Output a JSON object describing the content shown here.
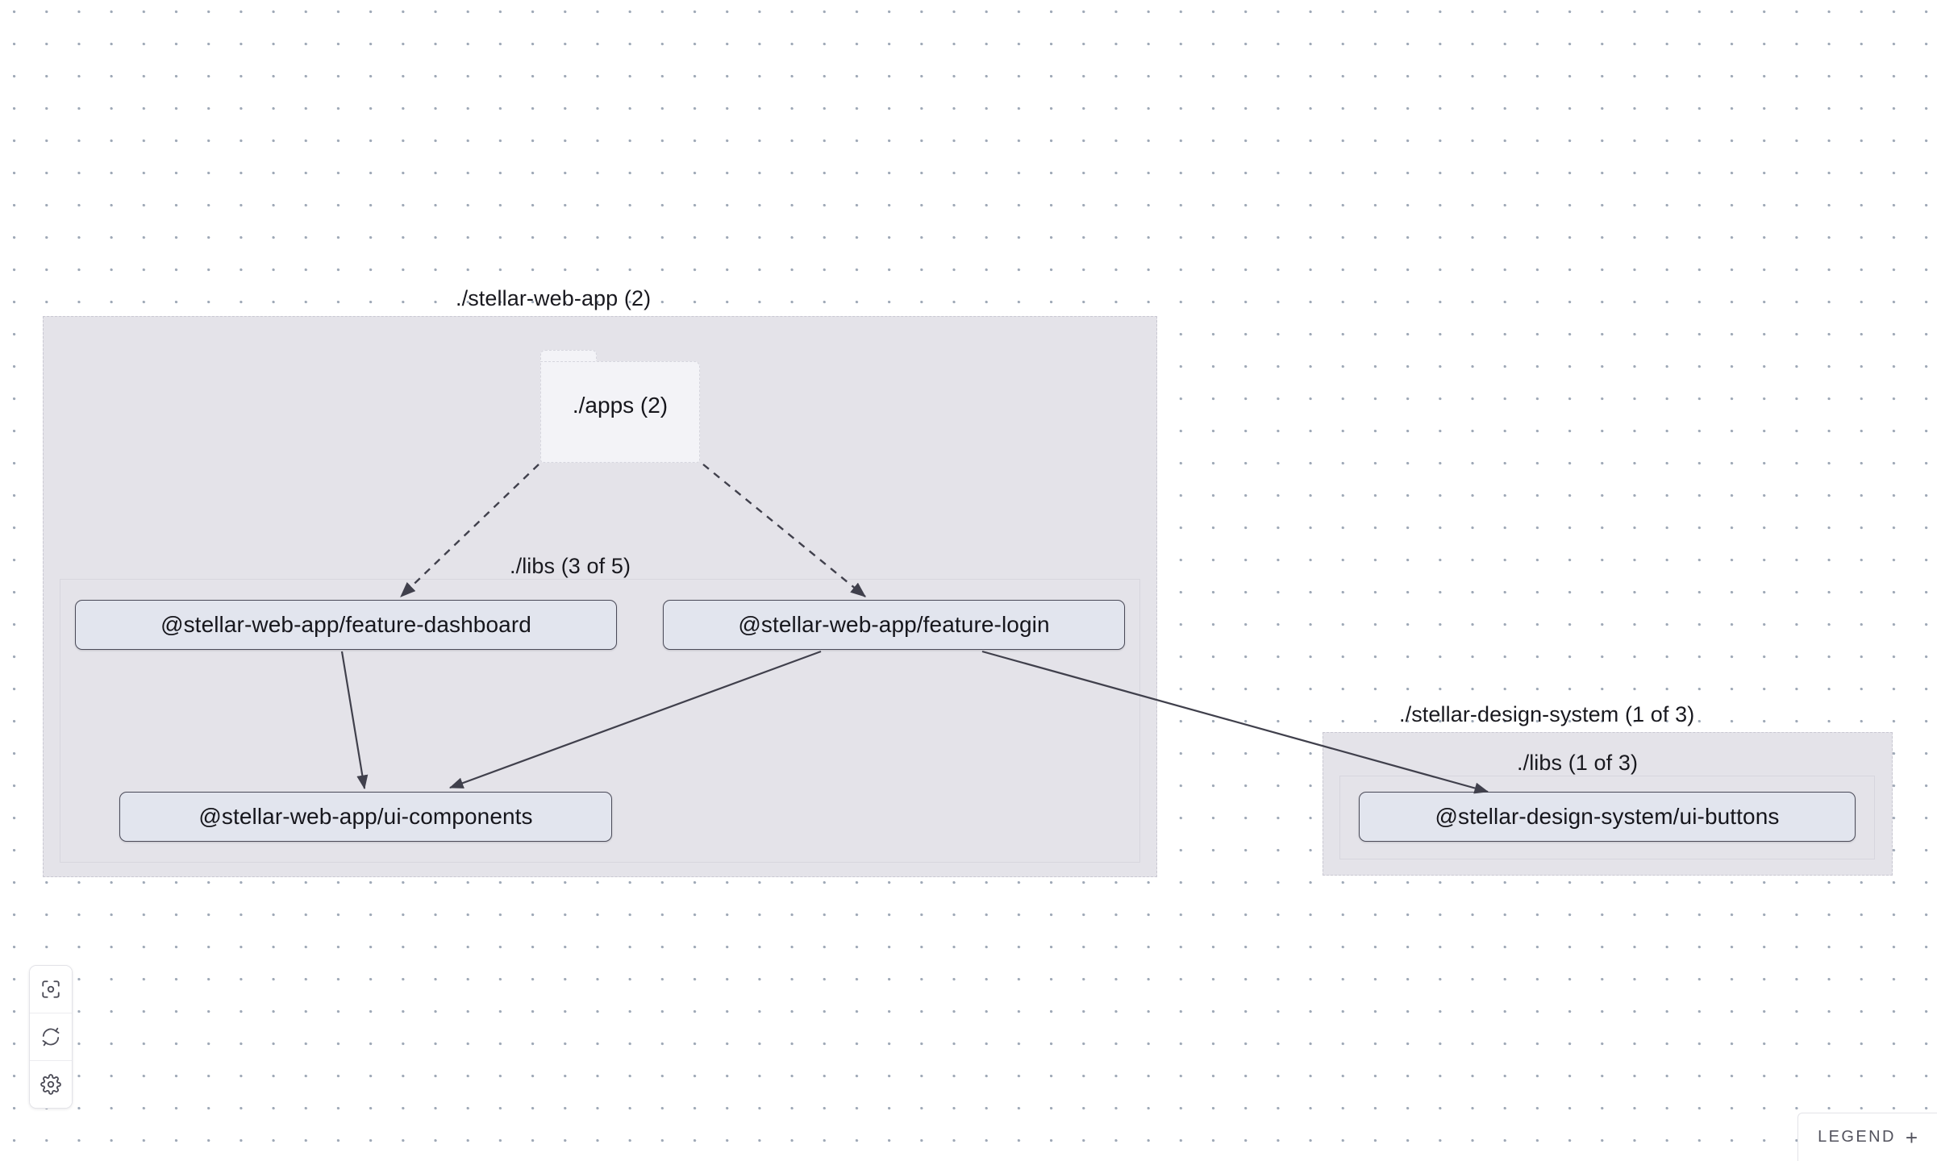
{
  "canvas": {
    "background_color": "#ffffff",
    "dot_color": "#9fa9b7",
    "container_fill": "#e4e3e9",
    "node_fill": "#e2e5ee",
    "node_border": "#4b4b59",
    "folder_fill": "#f3f3f7"
  },
  "projects": [
    {
      "title": "./stellar-web-app (2)",
      "folder": {
        "label": "./apps (2)"
      },
      "libs": {
        "title": "./libs (3 of 5)",
        "nodes": [
          {
            "label": "@stellar-web-app/feature-dashboard"
          },
          {
            "label": "@stellar-web-app/feature-login"
          },
          {
            "label": "@stellar-web-app/ui-components"
          }
        ]
      }
    },
    {
      "title": "./stellar-design-system (1 of 3)",
      "libs": {
        "title": "./libs (1 of 3)",
        "nodes": [
          {
            "label": "@stellar-design-system/ui-buttons"
          }
        ]
      }
    }
  ],
  "controls": {
    "buttons": [
      {
        "name": "focus-graph",
        "icon": "focus-target-icon"
      },
      {
        "name": "refresh-graph",
        "icon": "refresh-icon"
      },
      {
        "name": "graph-settings",
        "icon": "gear-icon"
      }
    ]
  },
  "legend": {
    "label": "LEGEND",
    "expand_symbol": "+"
  }
}
